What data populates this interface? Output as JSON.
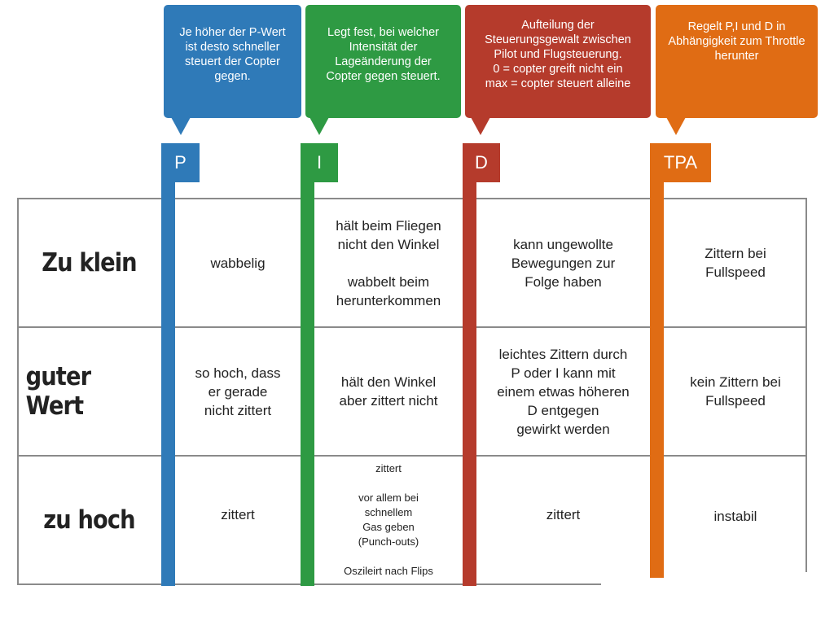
{
  "colors": {
    "P": "#2f7ab8",
    "I": "#2e9a43",
    "D": "#b53b2c",
    "TPA": "#e06c14"
  },
  "columns": [
    {
      "key": "P",
      "label": "P",
      "description": "Je höher der P-Wert\nist desto schneller\nsteuert der Copter\ngegen."
    },
    {
      "key": "I",
      "label": "I",
      "description": "Legt fest, bei welcher\nIntensität der\nLageänderung der\nCopter gegen steuert."
    },
    {
      "key": "D",
      "label": "D",
      "description": "Aufteilung der\nSteuerungsgewalt zwischen\nPilot und Flugsteuerung.\n0 = copter greift nicht ein\nmax = copter steuert alleine"
    },
    {
      "key": "TPA",
      "label": "TPA",
      "description": "Regelt P,I und D in\nAbhängigkeit zum Throttle\nherunter"
    }
  ],
  "rows": [
    {
      "label": "Zu klein",
      "cells": [
        "wabbelig",
        "hält beim Fliegen\nnicht den Winkel\n\nwabbelt beim\nherunterkommen",
        "kann ungewollte\nBewegungen zur\nFolge haben",
        "Zittern bei\nFullspeed"
      ]
    },
    {
      "label": "guter Wert",
      "cells": [
        "so hoch, dass\ner gerade\nnicht zittert",
        "hält den Winkel\naber zittert nicht",
        "leichtes Zittern durch\nP oder I kann mit\neinem etwas höheren\nD entgegen\ngewirkt werden",
        "kein Zittern bei\nFullspeed"
      ]
    },
    {
      "label": "zu hoch",
      "cells": [
        "zittert",
        "zittert\n\nvor allem bei\nschnellem\nGas geben\n(Punch-outs)\n\nOszileirt nach Flips",
        "zittert",
        "instabil"
      ]
    }
  ]
}
